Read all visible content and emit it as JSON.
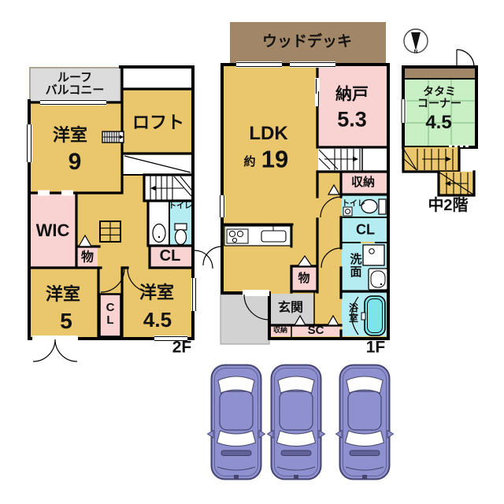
{
  "colors": {
    "room_tan": "#eac66c",
    "pink": "#f9d2d2",
    "cyan": "#b5ecf2",
    "tub_cyan": "#7de4ea",
    "tatami_green": "#c9efc5",
    "deck_brown": "#a18767",
    "balcony_gray": "#dcdcdc",
    "porch_gray": "#d2d2d2",
    "car_body": "#8e90d0",
    "car_outline": "#44446e",
    "wall": "#000000"
  },
  "compass": {
    "north_label": "N"
  },
  "deck": {
    "label": "ウッドデッキ"
  },
  "floor2": {
    "floor_label": "2F",
    "roof_balcony": "ルーフ\nバルコニー",
    "room9_name": "洋室",
    "room9_size": "9",
    "loft": "ロフト",
    "wic": "WIC",
    "storage": "物",
    "closet": "CL",
    "toilet": "トイレ",
    "room5_name": "洋室",
    "room5_size": "5",
    "closet_vertical": "C\nL",
    "room45_name": "洋室",
    "room45_size": "4.5"
  },
  "floor1": {
    "floor_label": "1F",
    "ldk_name": "LDK",
    "ldk_about": "約",
    "ldk_size": "19",
    "nando_name": "納戸",
    "nando_size": "5.3",
    "storage": "収納",
    "toilet": "トイレ",
    "closet": "CL",
    "washroom": "洗\n面",
    "bathroom": "浴\n室",
    "pantry": "物",
    "entrance": "玄関",
    "entrance_storage": "収納",
    "shoe_closet": "SC"
  },
  "mezzanine": {
    "floor_label": "中2階",
    "tatami_name": "タタミ\nコーナー",
    "tatami_size": "4.5"
  }
}
